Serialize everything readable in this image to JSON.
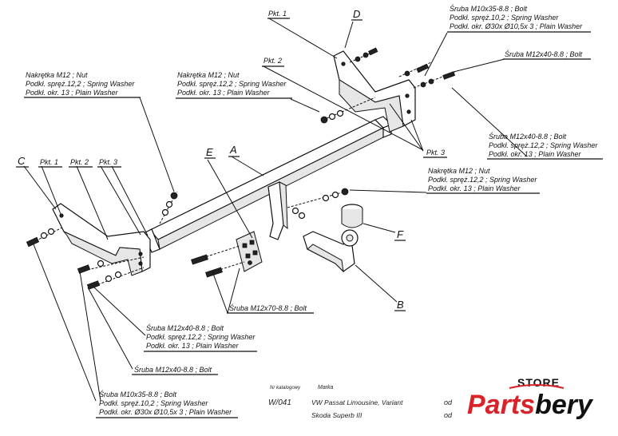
{
  "labels": {
    "pkt1_top": "Pkt. 1",
    "d": "D",
    "pkt2_top": "Pkt. 2",
    "bolt_m10_top": [
      "Śruba M10x35-8.8 ;  Bolt",
      "Podkł. spręż.10,2 ; Spring Washer",
      "Podkł. okr.  Ø30x Ø10,5x 3 ; Plain Washer"
    ],
    "bolt_m12x40_top": "Śruba M12x40-8.8 ;  Bolt",
    "nut_left": [
      "Nakrętka  M12 ; Nut",
      "Podkł. spręż.12,2 ; Spring Washer",
      "Podkł. okr. 13 ; Plain Washer"
    ],
    "nut_mid": [
      "Nakrętka  M12 ; Nut",
      "Podkł. spręż.12,2 ; Spring Washer",
      "Podkł. okr. 13 ; Plain Washer"
    ],
    "bolt_m12x40_right": [
      "Śruba M12x40-8.8 ;  Bolt",
      "Podkł. spręż.12,2 ; Spring Washer",
      "Podkł. okr. 13 ; Plain Washer"
    ],
    "pkt3_right": "Pkt. 3",
    "e": "E",
    "a": "A",
    "c": "C",
    "pkt1_left": "Pkt. 1",
    "pkt2_left": "Pkt. 2",
    "pkt3_left": "Pkt. 3",
    "nut_right": [
      "Nakrętka  M12 ; Nut",
      "Podkł. spręż.12,2 ; Spring Washer",
      "Podkł. okr. 13 ; Plain Washer"
    ],
    "f": "F",
    "bolt_m12x70": "Śruba M12x70-8.8 ;  Bolt",
    "b": "B",
    "bolt_m12x40_low": [
      "Śruba M12x40-8.8 ;  Bolt",
      "Podkł. spręż.12,2 ; Spring Washer",
      "Podkł. okr. 13 ; Plain Washer"
    ],
    "bolt_m12x40_single": "Śruba M12x40-8.8 ;  Bolt",
    "bolt_m10_bottom": [
      "Śruba M10x35-8.8 ;  Bolt",
      "Podkł. spręż.10,2 ; Spring Washer",
      "Podkł. okr.  Ø30x Ø10,5x 3 ; Plain Washer"
    ]
  },
  "table": {
    "catalog_header": "Nr katalogowy",
    "brand_header": "Marka",
    "catalog_no": "W/041",
    "row1_model": "VW Passat Limousine, Variant",
    "row1_from": "od",
    "row2_model": "Skoda Superb III",
    "row2_from": "od"
  },
  "brand": {
    "store": "STORE",
    "part1": "Parts",
    "part2": "bery",
    "color_main": "#d8232a",
    "color_dark": "#111111"
  }
}
